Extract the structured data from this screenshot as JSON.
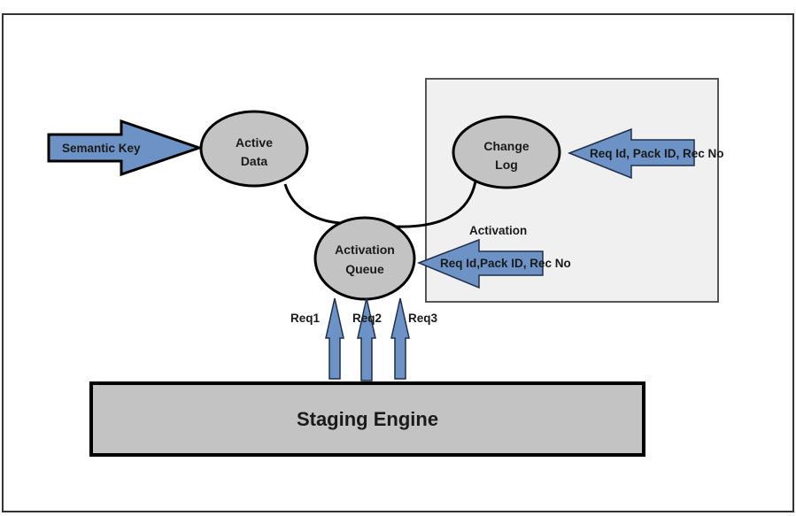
{
  "diagram": {
    "title": "Activation of DSO data flow",
    "colors": {
      "background": "#ffffff",
      "frame_border": "#333333",
      "change_log_region_fill": "#f0f0f0",
      "change_log_region_border": "#555555",
      "node_fill": "#c3c3c3",
      "node_border": "#000000",
      "arrow_fill": "#6d93c6",
      "arrow_border": "#1f2f4a",
      "text": "#1a1a1a"
    },
    "nodes": {
      "semantic_key": {
        "label": "Semantic Key"
      },
      "active_data": {
        "line1": "Active",
        "line2": "Data"
      },
      "change_log": {
        "line1": "Change",
        "line2": "Log"
      },
      "activation_queue": {
        "line1": "Activation",
        "line2": "Queue"
      },
      "staging_engine": {
        "label": "Staging Engine"
      }
    },
    "labels": {
      "change_log_arrow": "Req Id, Pack ID, Rec No",
      "activation": "Activation",
      "queue_arrow": "Req Id,Pack ID, Rec No",
      "requests": [
        "Req1",
        "Req2",
        "Req3"
      ]
    }
  }
}
